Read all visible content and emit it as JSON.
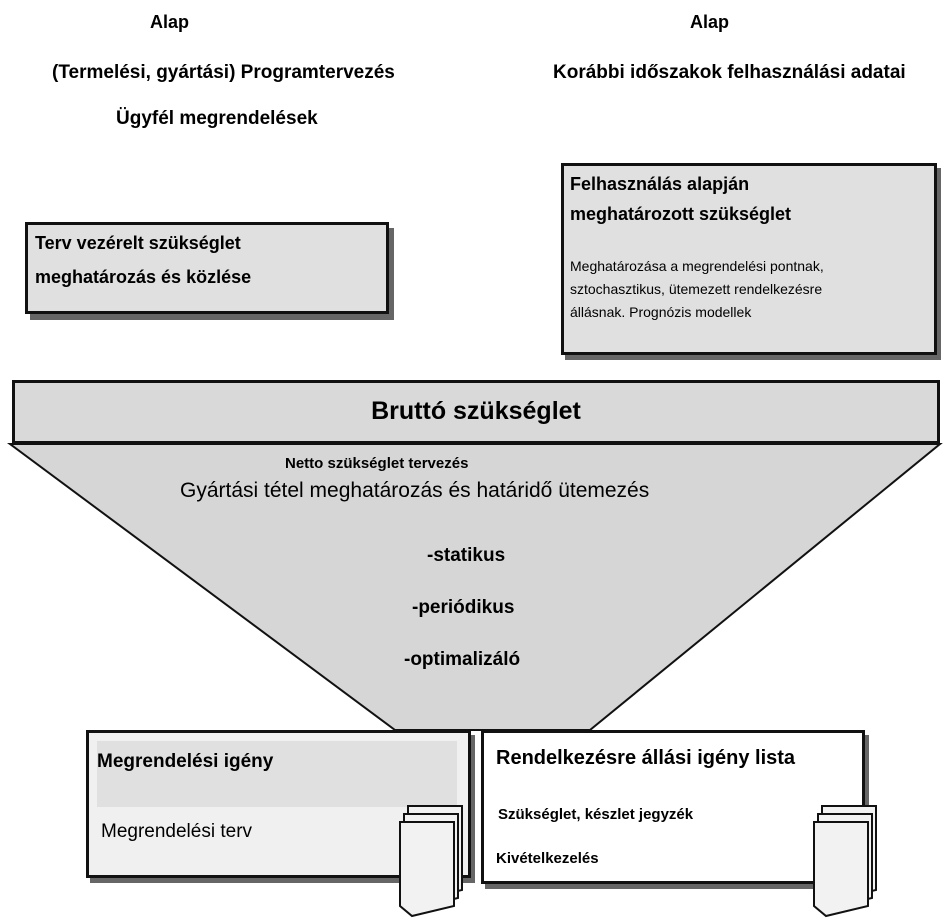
{
  "left_header": {
    "alap": "Alap",
    "line1": "(Termelési, gyártási) Programtervezés",
    "line2": "Ügyfél megrendelések"
  },
  "right_header": {
    "alap": "Alap",
    "line1": "Korábbi időszakok felhasználási adatai"
  },
  "left_box": {
    "text_line1": "Terv vezérelt szükséglet",
    "text_line2": "meghatározás és közlése"
  },
  "right_box": {
    "title_line1": "Felhasználás alapján",
    "title_line2": "meghatározott szükséglet",
    "desc_line1": "Meghatározása a megrendelési pontnak,",
    "desc_line2": "sztochasztikus, ütemezett rendelkezésre",
    "desc_line3": "állásnak. Prognózis modellek"
  },
  "brutto_bar": {
    "label": "Bruttó szükséglet"
  },
  "funnel": {
    "netto": "Netto szükséglet tervezés",
    "heading": "Gyártási tétel meghatározás és határidő ütemezés",
    "items": [
      "-statikus",
      "-periódikus",
      "-optimalizáló"
    ]
  },
  "bottom_left": {
    "line1": "Megrendelési igény",
    "line2": "Megrendelési terv"
  },
  "bottom_right": {
    "title": "Rendelkezésre állási igény lista",
    "line1": "Szükséglet, készlet jegyzék",
    "line2": "Kivételkezelés"
  },
  "colors": {
    "box_fill": "#e0e0e0",
    "bar_fill": "#d9d9d9",
    "funnel_fill": "#d6d6d6",
    "border": "#111111",
    "shadow": "#666666",
    "doc_fill": "#f2f2f2"
  }
}
